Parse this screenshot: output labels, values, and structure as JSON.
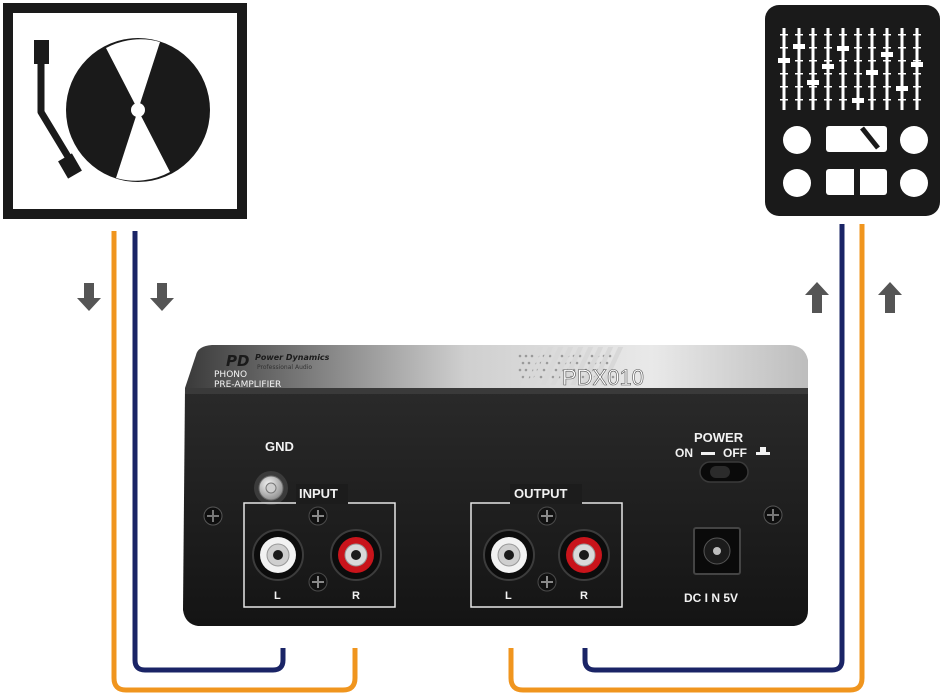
{
  "device": {
    "brand_mark": "PD",
    "brand_name": "Power Dynamics",
    "brand_tagline": "Professional Audio",
    "product_line_1": "PHONO",
    "product_line_2": "PRE-AMPLIFIER",
    "model": "PDX010"
  },
  "panel": {
    "gnd_label": "GND",
    "input_label": "INPUT",
    "output_label": "OUTPUT",
    "power_label": "POWER",
    "power_on_label": "ON",
    "power_off_label": "OFF",
    "dc_label": "DC I N 5V",
    "left_label": "L",
    "right_label": "R"
  },
  "icons": {
    "turntable": "turntable-icon",
    "mixer": "mixer-icon",
    "arrow_down": "arrow-down-icon",
    "arrow_up": "arrow-up-icon"
  },
  "colors": {
    "cable_orange": "#F0951E",
    "cable_navy": "#1A2466",
    "arrow": "#555555",
    "device_body": "#1E1E1E",
    "rca_red": "#C9141B",
    "rca_white": "#F2F2F2"
  }
}
